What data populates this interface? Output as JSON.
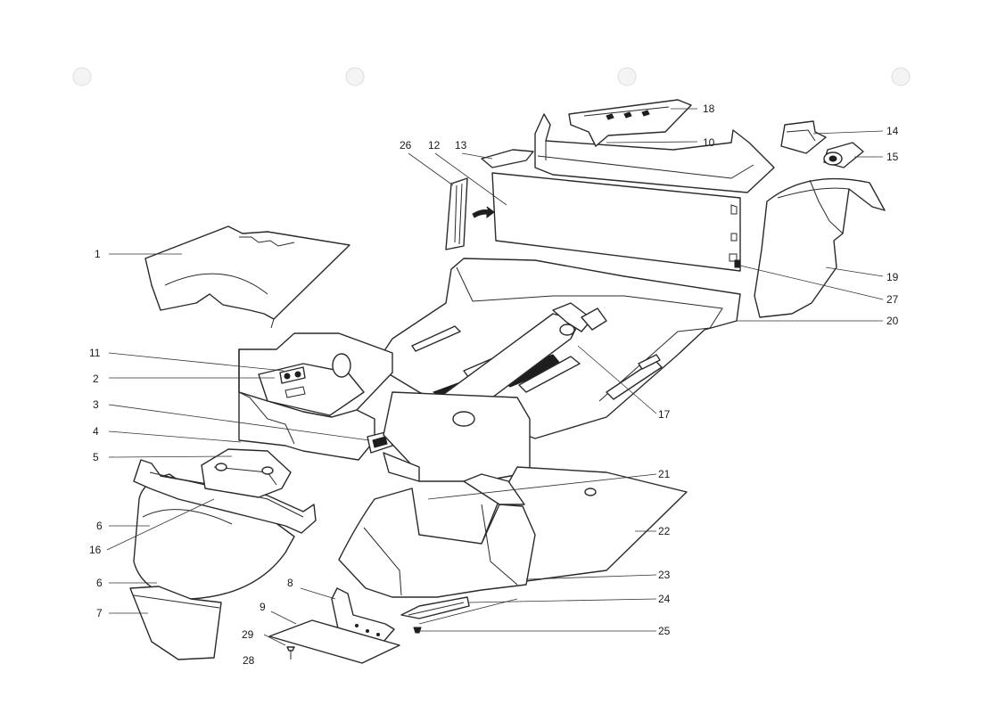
{
  "callouts": [
    {
      "id": "1",
      "label": "1"
    },
    {
      "id": "2",
      "label": "2"
    },
    {
      "id": "3",
      "label": "3"
    },
    {
      "id": "4",
      "label": "4"
    },
    {
      "id": "5",
      "label": "5"
    },
    {
      "id": "6a",
      "label": "6"
    },
    {
      "id": "6b",
      "label": "6"
    },
    {
      "id": "7",
      "label": "7"
    },
    {
      "id": "8",
      "label": "8"
    },
    {
      "id": "9",
      "label": "9"
    },
    {
      "id": "10",
      "label": "10"
    },
    {
      "id": "11",
      "label": "11"
    },
    {
      "id": "12",
      "label": "12"
    },
    {
      "id": "13",
      "label": "13"
    },
    {
      "id": "14",
      "label": "14"
    },
    {
      "id": "15",
      "label": "15"
    },
    {
      "id": "16",
      "label": "16"
    },
    {
      "id": "17",
      "label": "17"
    },
    {
      "id": "18",
      "label": "18"
    },
    {
      "id": "19",
      "label": "19"
    },
    {
      "id": "20",
      "label": "20"
    },
    {
      "id": "21",
      "label": "21"
    },
    {
      "id": "22",
      "label": "22"
    },
    {
      "id": "23",
      "label": "23"
    },
    {
      "id": "24",
      "label": "24"
    },
    {
      "id": "25",
      "label": "25"
    },
    {
      "id": "26",
      "label": "26"
    },
    {
      "id": "27",
      "label": "27"
    },
    {
      "id": "28",
      "label": "28"
    },
    {
      "id": "29",
      "label": "29"
    }
  ],
  "colors": {
    "line": "#2a2a2a",
    "background": "#ffffff"
  }
}
